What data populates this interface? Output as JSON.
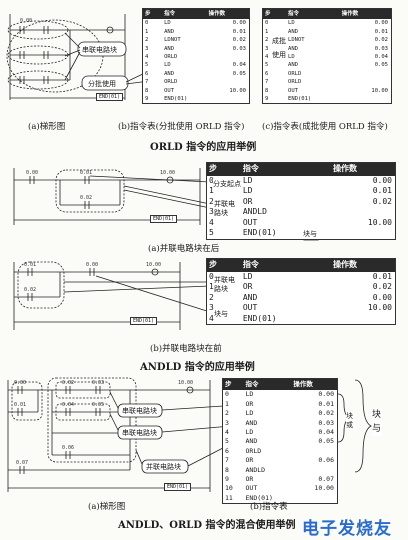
{
  "figure1": {
    "caption_a": "(a)梯形图",
    "caption_b": "(b)指令表(分批使用 ORLD 指令)",
    "caption_c": "(c)指令表(成批使用 ORLD 指令)",
    "title": "ORLD 指令的应用举例",
    "series_label": "串联电路块",
    "group_label": "分批使用",
    "batch_label": "成批使用",
    "table_b": {
      "headers": [
        "步",
        "指令",
        "操作数"
      ],
      "rows": [
        [
          "0",
          "LD",
          "0.00"
        ],
        [
          "1",
          "AND",
          "0.01"
        ],
        [
          "2",
          "LDNOT",
          "0.02"
        ],
        [
          "3",
          "AND",
          "0.03"
        ],
        [
          "4",
          "ORLD",
          ""
        ],
        [
          "5",
          "LD",
          "0.04"
        ],
        [
          "6",
          "AND",
          "0.05"
        ],
        [
          "7",
          "ORLD",
          ""
        ],
        [
          "8",
          "OUT",
          "10.00"
        ],
        [
          "9",
          "END(01)",
          ""
        ]
      ]
    },
    "table_c": {
      "headers": [
        "步",
        "指令",
        "操作数"
      ],
      "rows": [
        [
          "0",
          "LD",
          "0.00"
        ],
        [
          "1",
          "AND",
          "0.01"
        ],
        [
          "2",
          "LDNOT",
          "0.02"
        ],
        [
          "3",
          "AND",
          "0.03"
        ],
        [
          "4",
          "LD",
          "0.04"
        ],
        [
          "5",
          "AND",
          "0.05"
        ],
        [
          "6",
          "ORLD",
          ""
        ],
        [
          "7",
          "ORLD",
          ""
        ],
        [
          "8",
          "OUT",
          "10.00"
        ],
        [
          "9",
          "END(01)",
          ""
        ]
      ]
    }
  },
  "figure2": {
    "caption_a": "(a)并联电路块在后",
    "caption_b": "(b)并联电路块在前",
    "title": "ANDLD 指令的应用举例",
    "branch_label": "分支起点",
    "parallel_label": "并联电路块",
    "block_label": "块与",
    "table_a": {
      "headers": [
        "步",
        "指令",
        "操作数"
      ],
      "rows": [
        [
          "0",
          "LD",
          "0.00"
        ],
        [
          "1",
          "LD",
          "0.01"
        ],
        [
          "2",
          "OR",
          "0.02"
        ],
        [
          "3",
          "ANDLD",
          ""
        ],
        [
          "4",
          "OUT",
          "10.00"
        ],
        [
          "5",
          "END(01)",
          ""
        ]
      ]
    },
    "table_b": {
      "headers": [
        "步",
        "指令",
        "操作数"
      ],
      "rows": [
        [
          "0",
          "LD",
          "0.01"
        ],
        [
          "1",
          "OR",
          "0.02"
        ],
        [
          "2",
          "AND",
          "0.00"
        ],
        [
          "3",
          "OUT",
          "10.00"
        ],
        [
          "4",
          "END(01)",
          ""
        ]
      ]
    },
    "addr_a": [
      "0.00",
      "0.01",
      "0.02",
      "10.00"
    ],
    "addr_b": [
      "0.01",
      "0.00",
      "0.02",
      "10.00"
    ]
  },
  "figure3": {
    "caption_a": "(a)梯形图",
    "caption_b": "(b)指令表",
    "title": "ANDLD、ORLD 指令的混合使用举例",
    "series_label": "串联电路块",
    "parallel_label": "并联电路块",
    "block_or": "块或",
    "block_and": "块与",
    "table": {
      "headers": [
        "步",
        "指令",
        "操作数"
      ],
      "rows": [
        [
          "0",
          "LD",
          "0.00"
        ],
        [
          "1",
          "OR",
          "0.01"
        ],
        [
          "2",
          "LD",
          "0.02"
        ],
        [
          "3",
          "AND",
          "0.03"
        ],
        [
          "4",
          "LD",
          "0.04"
        ],
        [
          "5",
          "AND",
          "0.05"
        ],
        [
          "6",
          "ORLD",
          ""
        ],
        [
          "7",
          "OR",
          "0.06"
        ],
        [
          "8",
          "ANDLD",
          ""
        ],
        [
          "9",
          "OR",
          "0.07"
        ],
        [
          "10",
          "OUT",
          "10.00"
        ],
        [
          "11",
          "END(01)",
          ""
        ]
      ]
    },
    "addr": [
      "0.00",
      "0.01",
      "0.02",
      "0.03",
      "0.04",
      "0.05",
      "0.06",
      "0.07",
      "10.00"
    ]
  },
  "end_label": "END(01)",
  "watermark": "电子发烧友"
}
